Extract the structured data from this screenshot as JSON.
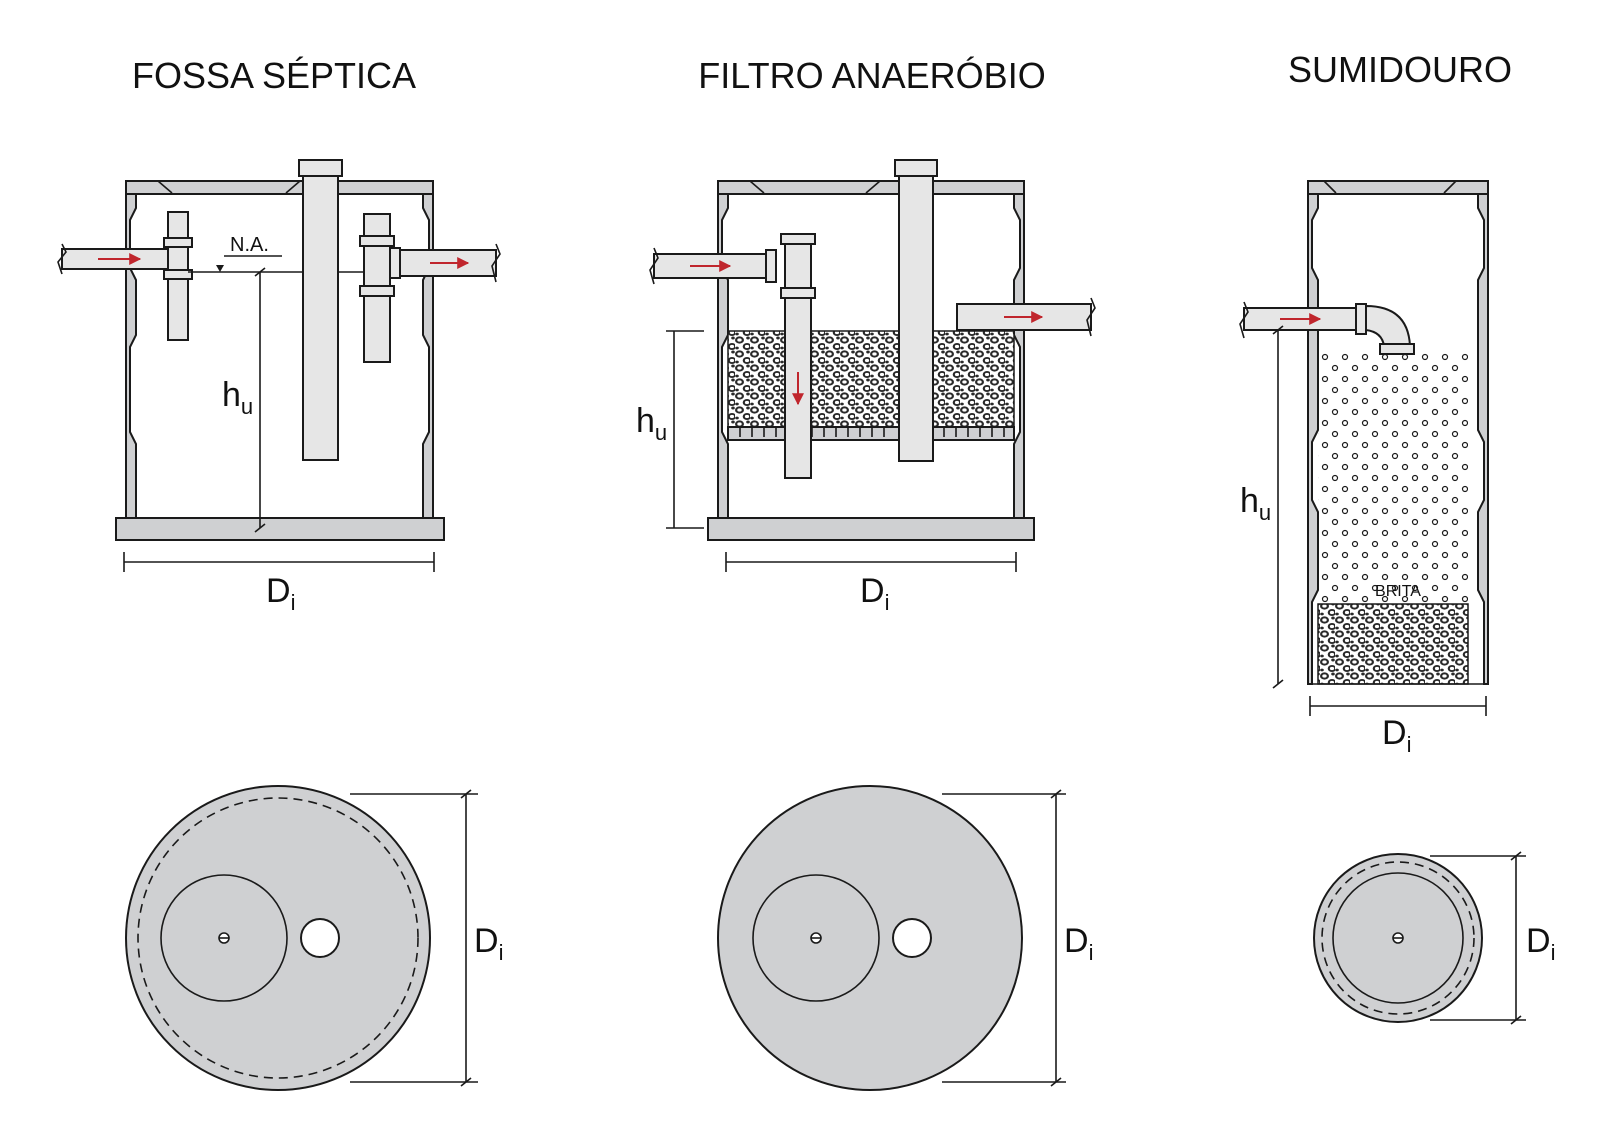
{
  "titles": {
    "fossa": "FOSSA SÉPTICA",
    "filtro": "FILTRO ANAERÓBIO",
    "sumidouro": "SUMIDOURO"
  },
  "labels": {
    "na": "N.A.",
    "h_main": "h",
    "h_sub": "u",
    "d_main": "D",
    "d_sub": "i",
    "brita": "BRITA"
  },
  "colors": {
    "wall_fill": "#cfd0d2",
    "pipe_fill": "#e6e6e6",
    "flow_arrow": "#c0262d",
    "line": "#1a1a1a"
  },
  "icons": {
    "flow": "flow-direction-arrow",
    "gravel": "gravel-pattern"
  }
}
